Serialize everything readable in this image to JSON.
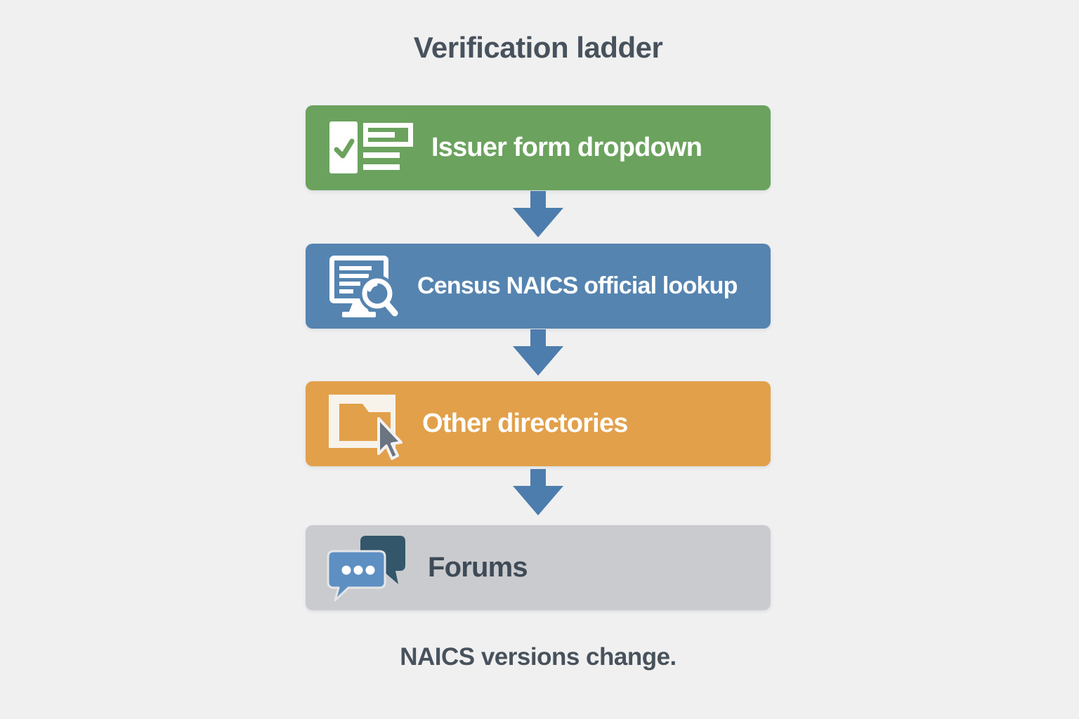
{
  "title": "Verification ladder",
  "caption": "NAICS versions change.",
  "colors": {
    "background": "#f0f0f1",
    "heading_text": "#47525c",
    "arrow": "#4d7dad",
    "icon_white": "#ffffff",
    "dark_bubble": "#33566b",
    "light_bubble": "#5e8fc3",
    "bubble_outline": "#e3e5e7",
    "cursor_gray": "#6b7581",
    "cursor_outline": "#f2f2f3",
    "tile_cream": "#f7f3ea"
  },
  "steps": [
    {
      "label": "Issuer form dropdown",
      "fill": "#6ba25d",
      "text_color": "#ffffff",
      "icon": "form-checklist-icon"
    },
    {
      "label": "Census NAICS official lookup",
      "fill": "#5584b1",
      "text_color": "#ffffff",
      "icon": "monitor-search-icon"
    },
    {
      "label": "Other directories",
      "fill": "#e3a04b",
      "text_color": "#ffffff",
      "icon": "folder-cursor-icon"
    },
    {
      "label": "Forums",
      "fill": "#c9cbcf",
      "text_color": "#3e4a56",
      "icon": "chat-bubbles-icon"
    }
  ]
}
